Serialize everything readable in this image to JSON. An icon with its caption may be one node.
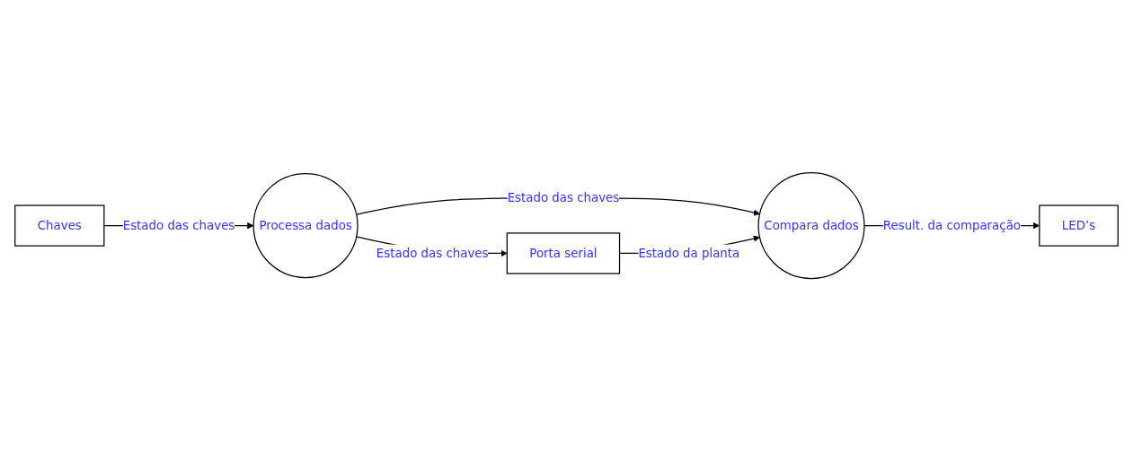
{
  "diagram": {
    "nodes": [
      {
        "text": [
          "Chaves"
        ]
      },
      {
        "text": [
          "Processa dados"
        ]
      },
      {
        "text": [
          "Porta serial"
        ]
      },
      {
        "text": [
          "Compara dados"
        ]
      },
      {
        "text": [
          "LED’s"
        ]
      }
    ],
    "edges": [
      {
        "from": 0,
        "to": 1,
        "arrow": "to",
        "label": "Estado das chaves"
      },
      {
        "from": 1,
        "to": 2,
        "arrow": "to",
        "label": "Estado das chaves"
      },
      {
        "from": 1,
        "to": 3,
        "arrow": "to",
        "label": "Estado das chaves"
      },
      {
        "from": 2,
        "to": 3,
        "arrow": "to",
        "label": "Estado da planta"
      },
      {
        "from": 3,
        "to": 4,
        "arrow": "to",
        "label": "Result. da comparação"
      }
    ]
  }
}
